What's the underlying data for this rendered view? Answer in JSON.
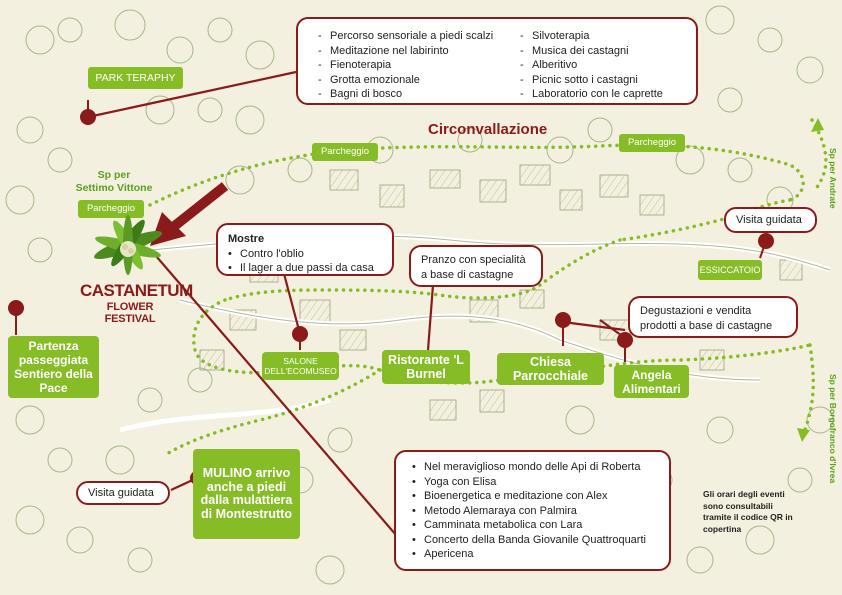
{
  "colors": {
    "green": "#86bc25",
    "dark_red": "#8b1a1a",
    "cream": "#f4f0df"
  },
  "top_activities": {
    "left": [
      "Percorso sensoriale a piedi scalzi",
      "Meditazione nel labirinto",
      "Fienoterapia",
      "Grotta emozionale",
      "Bagni di bosco"
    ],
    "right": [
      "Silvoterapia",
      "Musica dei castagni",
      "Alberitivo",
      "Picnic sotto i castagni",
      "Laboratorio con le caprette"
    ]
  },
  "labels": {
    "park_teraphy": "PARK TERAPHY",
    "circonvallazione": "Circonvallazione",
    "parcheggio": "Parcheggio",
    "sp_settimo_1": "Sp per",
    "sp_settimo_2": "Settimo Vittone",
    "sp_andrate": "Sp per Andrate",
    "sp_borgofranco": "Sp per Borgofranco d'Ivrea",
    "logo_line1": "CASTANETUM",
    "logo_line2": "FLOWER FESTIVAL",
    "partenza": "Partenza passeggiata Sentiero della Pace",
    "salone": "SALONE DELL'ECOMUSEO",
    "ristorante": "Ristorante 'L Burnel",
    "chiesa": "Chiesa Parrocchiale",
    "angela": "Angela Alimentari",
    "essiccatoio": "ESSICCATOIO",
    "mulino": "MULINO arrivo anche a piedi dalla mulattiera di Montestrutto",
    "orari": "Gli orari degli eventi sono consultabili tramite il codice QR in copertina"
  },
  "mostre": {
    "title": "Mostre",
    "items": [
      "Contro l'oblio",
      "Il lager a due passi da casa"
    ]
  },
  "pranzo": "Pranzo con specialità a base di castagne",
  "visita_guidata": "Visita guidata",
  "degustazioni": "Degustazioni e vendita prodotti a base di castagne",
  "bottom_activities": [
    "Nel meraviglioso mondo delle Api di Roberta",
    "Yoga con Elisa",
    "Bioenergetica e meditazione con Alex",
    "Metodo Alemaraya con Palmira",
    "Camminata metabolica con Lara",
    "Concerto della Banda Giovanile Quattroquarti",
    "Apericena"
  ]
}
